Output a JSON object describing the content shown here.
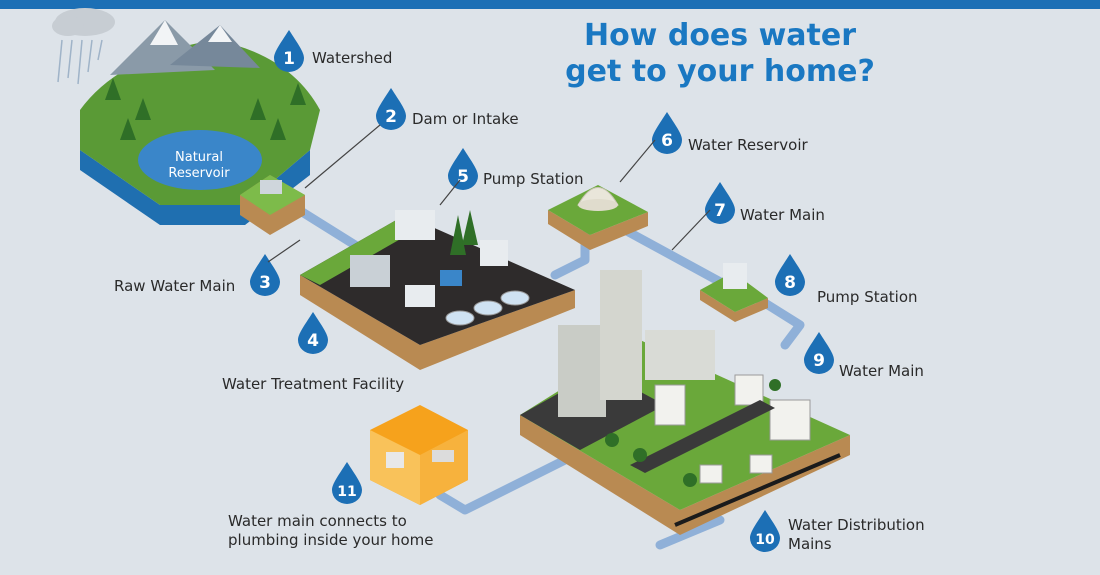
{
  "title_line1": "How does water",
  "title_line2": "get to your home?",
  "reservoir_label_line1": "Natural",
  "reservoir_label_line2": "Reservoir",
  "steps": [
    {
      "num": "1",
      "label": "Watershed"
    },
    {
      "num": "2",
      "label": "Dam or Intake"
    },
    {
      "num": "3",
      "label": "Raw Water Main"
    },
    {
      "num": "4",
      "label": "Water Treatment Facility"
    },
    {
      "num": "5",
      "label": "Pump Station"
    },
    {
      "num": "6",
      "label": "Water Reservoir"
    },
    {
      "num": "7",
      "label": "Water Main"
    },
    {
      "num": "8",
      "label": "Pump Station"
    },
    {
      "num": "9",
      "label": "Water Main"
    },
    {
      "num": "10",
      "label_line1": "Water Distribution",
      "label_line2": "Mains"
    },
    {
      "num": "11",
      "label_line1": "Water main connects to",
      "label_line2": "plumbing inside your home"
    }
  ],
  "colors": {
    "accent": "#1a78c2",
    "drop": "#1c6fb5",
    "grass": "#6aa83a",
    "soil": "#b98a52",
    "pipe": "#8fb0d8"
  }
}
